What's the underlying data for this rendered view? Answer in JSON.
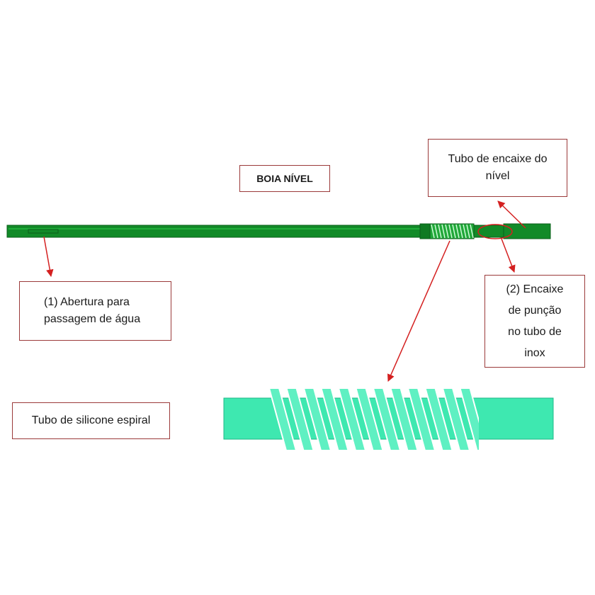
{
  "labels": {
    "boia_nivel": "BOIA NÍVEL",
    "tubo_encaixe_nivel": "Tubo de encaixe do\nnível",
    "abertura": "(1) Abertura para\npassagem de água",
    "encaixe_puncao": "(2) Encaixe\nde punção\nno tubo de\ninox",
    "tubo_silicone": "Tubo de silicone espiral"
  },
  "colors": {
    "tube_green": "#128a28",
    "tube_dark": "#0b5f1a",
    "silicone": "#3ee8b0",
    "silicone_edge": "#1fb889",
    "arrow": "#d42020",
    "box_border": "#9b3a3a"
  },
  "spiral_turns": 12
}
